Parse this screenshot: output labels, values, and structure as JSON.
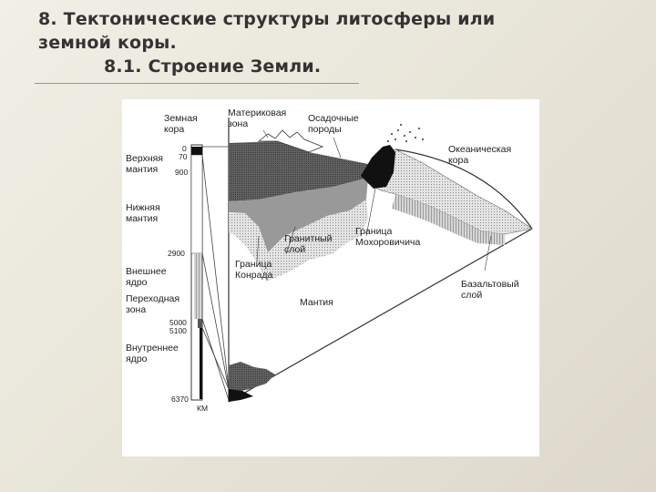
{
  "slide": {
    "title_line1": "8. Тектонические структуры литосферы или",
    "title_line2": "земной коры.",
    "title_line3": "8.1. Строение Земли."
  },
  "diagram": {
    "labels": {
      "zemnaya": "Земная",
      "kora": "кора",
      "verkhnyaya": "Верхняя",
      "mantiya1": "мантия",
      "nizhnyaya": "Нижняя",
      "mantiya2": "мантия",
      "vneshnee": "Внешнее",
      "yadro1": "ядро",
      "perekhodnaya": "Переходная",
      "zona1": "зона",
      "vnutrennee": "Внутреннее",
      "yadro2": "ядро",
      "materikovaya": "Материковая",
      "zona2": "зона",
      "osadochnye": "Осадочные",
      "porody": "породы",
      "okeanicheskaya": "Океаническая",
      "kora2": "кора",
      "granitny": "Гранитный",
      "sloy1": "слой",
      "granitsa_konrada1": "Граница",
      "granitsa_konrada2": "Конрада",
      "granitsa_moho1": "Граница",
      "granitsa_moho2": "Мохоровичича",
      "mantiya_main": "Мантия",
      "bazaltovy": "Базальтовый",
      "sloy2": "слой"
    },
    "depth_scale": [
      "0",
      "70",
      "900",
      "2900",
      "5000",
      "5100",
      "6370",
      "КМ"
    ]
  }
}
